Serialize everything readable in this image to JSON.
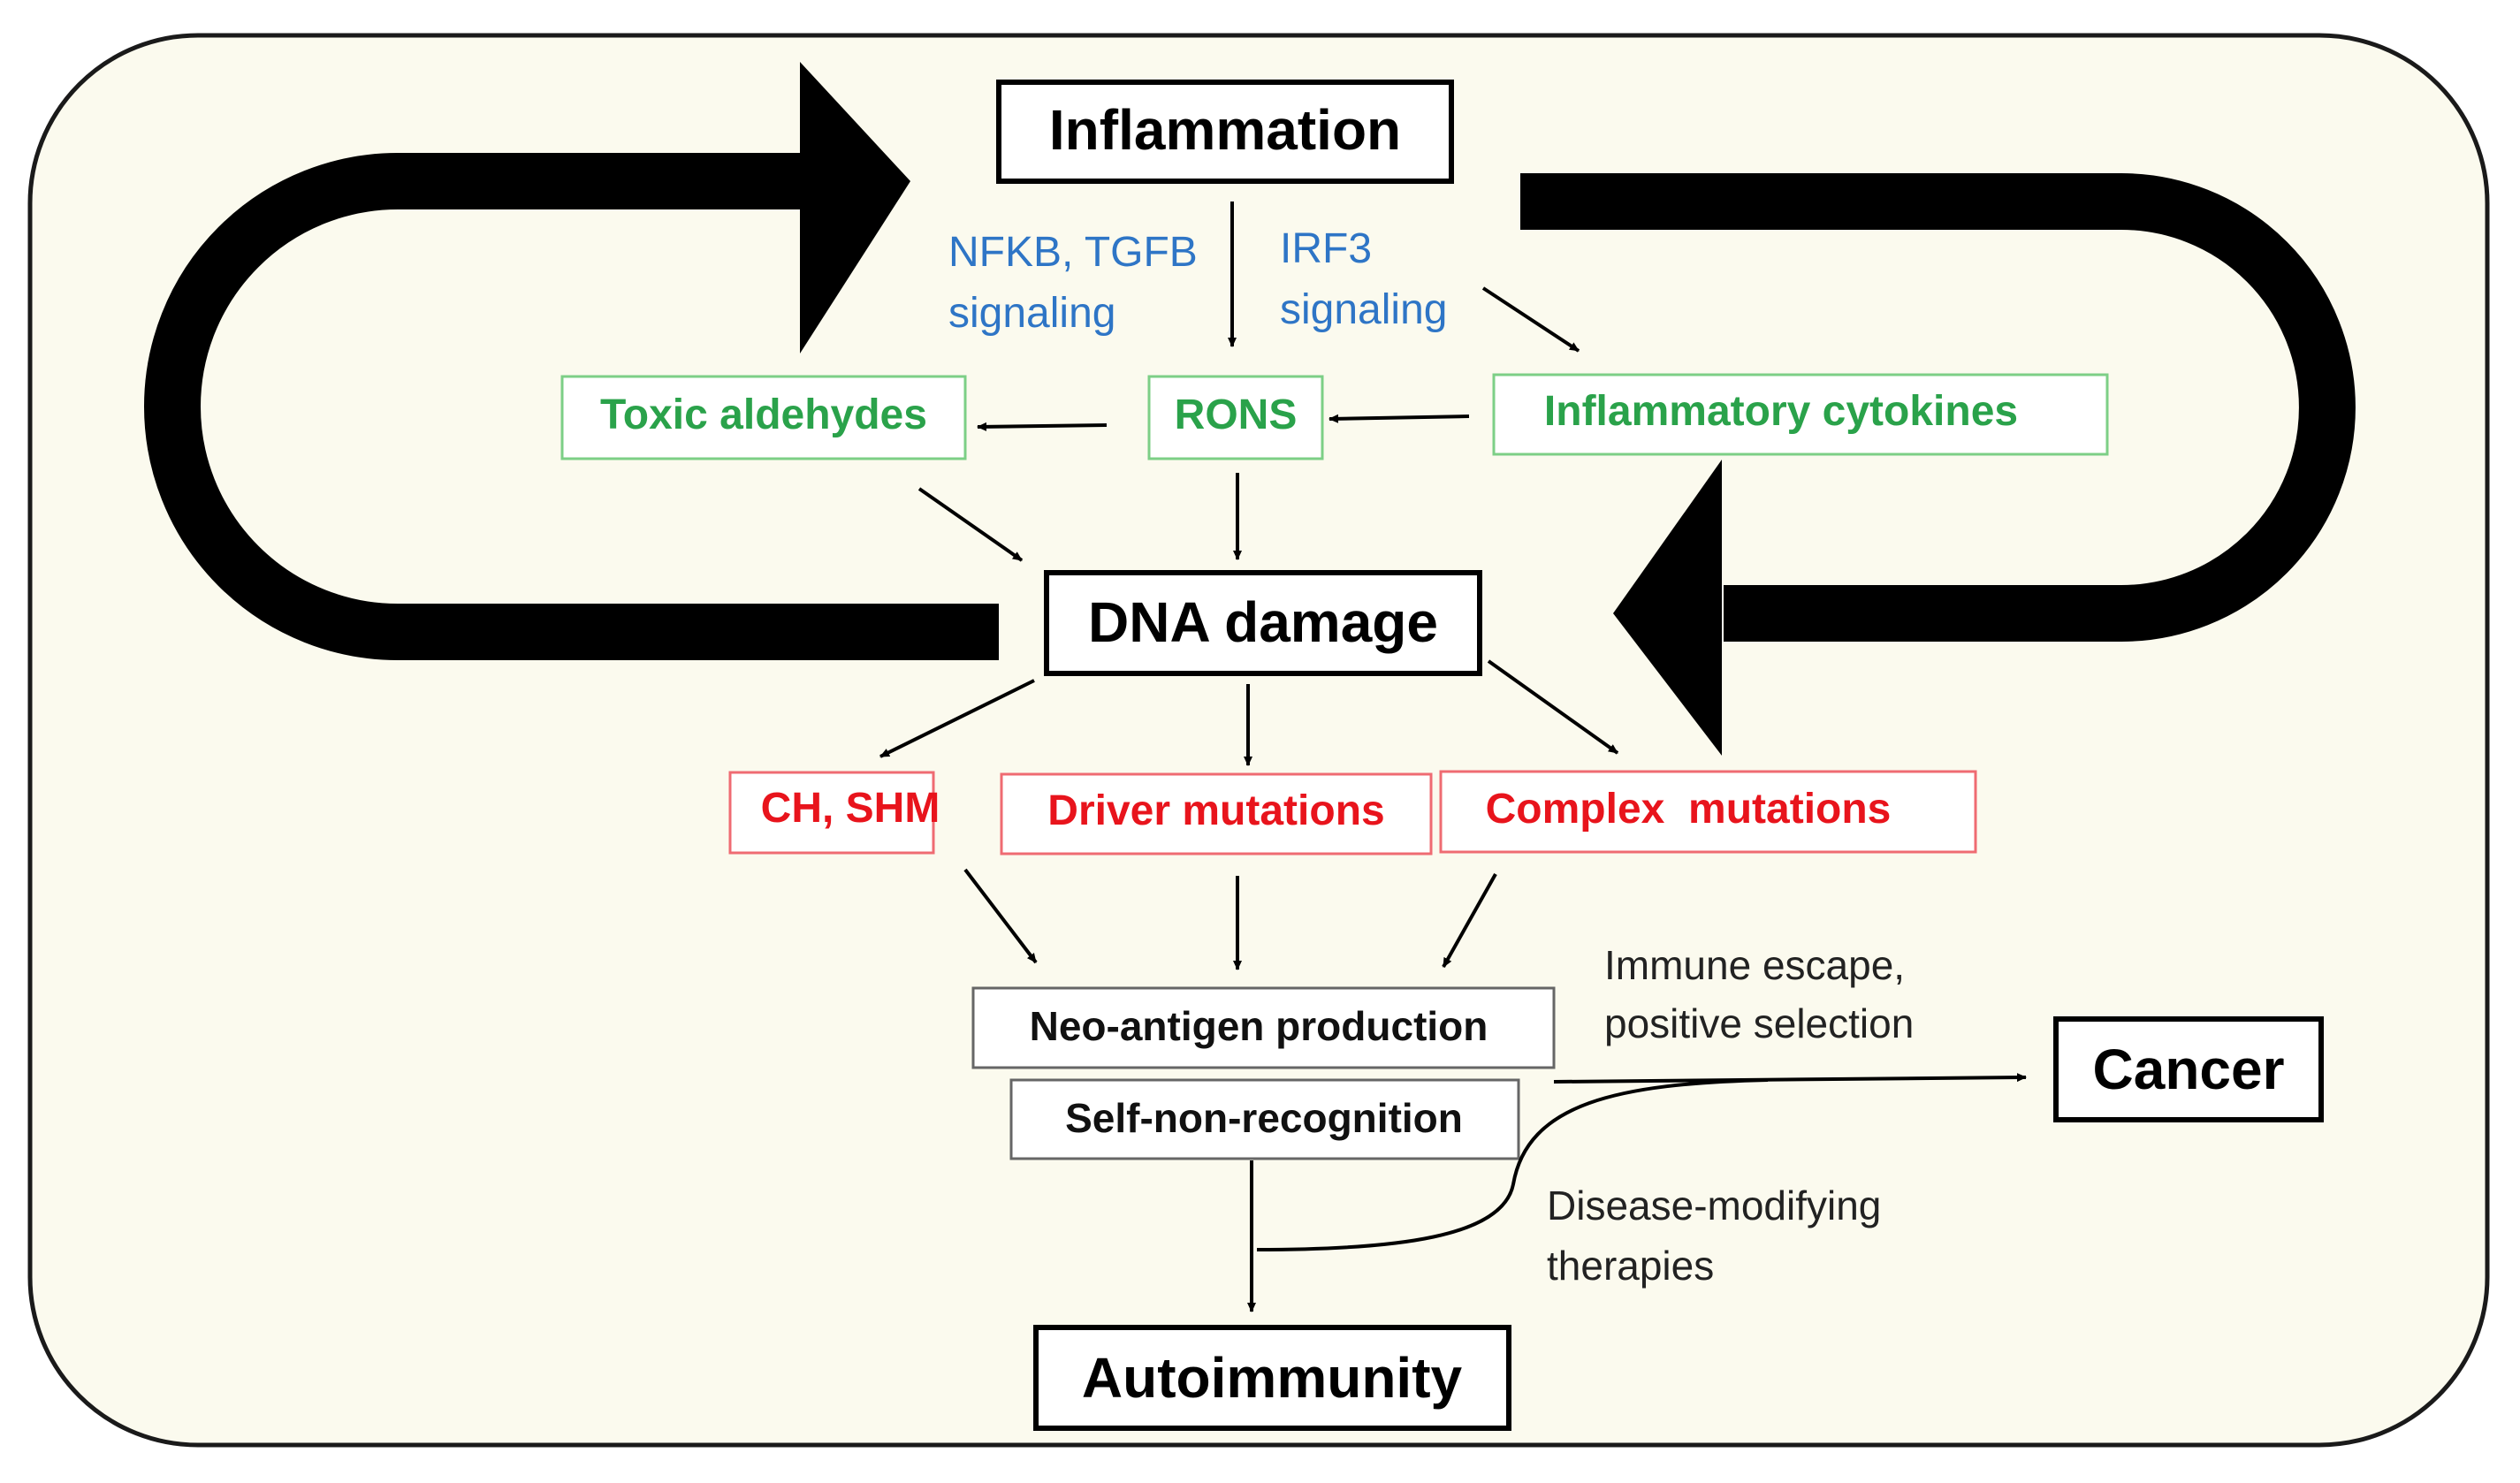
{
  "colors": {
    "background": "#fbfaee",
    "frame": "#1a1a1a",
    "black": "#000000",
    "green": "#2aa24a",
    "green_border": "#7ccf86",
    "red": "#e8141c",
    "red_border": "#ef6b72",
    "blue": "#2e75c6",
    "gray_text": "#222222",
    "gray_border": "#666666"
  },
  "nodes": {
    "inflammation": "Inflammation",
    "dna_damage": "DNA damage",
    "toxic_aldehydes": "Toxic aldehydes",
    "rons": "RONS",
    "inflammatory_cytokines": "Inflammatory cytokines",
    "ch_shm": "CH, SHM",
    "driver_mutations": "Driver mutations",
    "complex_mutations": "Complex  mutations",
    "neo_antigen": "Neo-antigen production",
    "self_non_recognition": "Self-non-recognition",
    "cancer": "Cancer",
    "autoimmunity": "Autoimmunity"
  },
  "labels": {
    "nfkb_line1": "NFKB, TGFB",
    "nfkb_line2": "signaling",
    "irf3_line1": "IRF3",
    "irf3_line2": "signaling",
    "immune_escape_line1": "Immune escape,",
    "immune_escape_line2": "positive selection",
    "disease_modifying_line1": "Disease-modifying",
    "disease_modifying_line2": "therapies"
  }
}
